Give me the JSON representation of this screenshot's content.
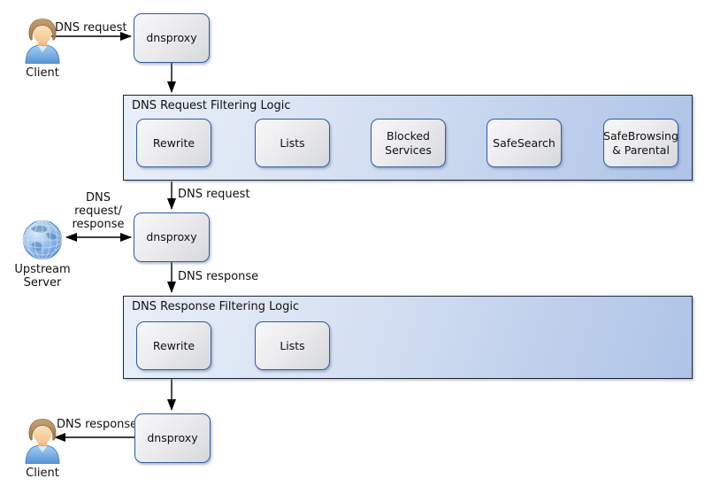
{
  "colors": {
    "node_border": "#2e5ca6",
    "node_fill_light": "#f7f8f9",
    "node_fill_dark": "#d6d8dc",
    "container_border": "#1c2330",
    "container_fill_left": "#e9eff9",
    "container_fill_right": "#aec3e7",
    "arrow": "#000000",
    "globe_blue": "#6fa3dd",
    "shirt_blue": "#5796d8",
    "hair_brown": "#b08d57"
  },
  "actors": {
    "client_top": "Client",
    "client_bottom": "Client",
    "upstream_server": "Upstream\nServer"
  },
  "proxies": {
    "proxy1": "dnsproxy",
    "proxy2": "dnsproxy",
    "proxy3": "dnsproxy"
  },
  "containers": {
    "request": {
      "title": "DNS Request Filtering Logic",
      "steps": [
        "Rewrite",
        "Lists",
        "Blocked Services",
        "SafeSearch",
        "SafeBrowsing & Parental"
      ]
    },
    "response": {
      "title": "DNS Response Filtering Logic",
      "steps": [
        "Rewrite",
        "Lists"
      ]
    }
  },
  "edge_labels": {
    "client_request": "DNS request",
    "filtered_request": "DNS request",
    "upstream_exchange": "DNS\nrequest/\nresponse",
    "upstream_response": "DNS response",
    "client_response": "DNS response"
  }
}
